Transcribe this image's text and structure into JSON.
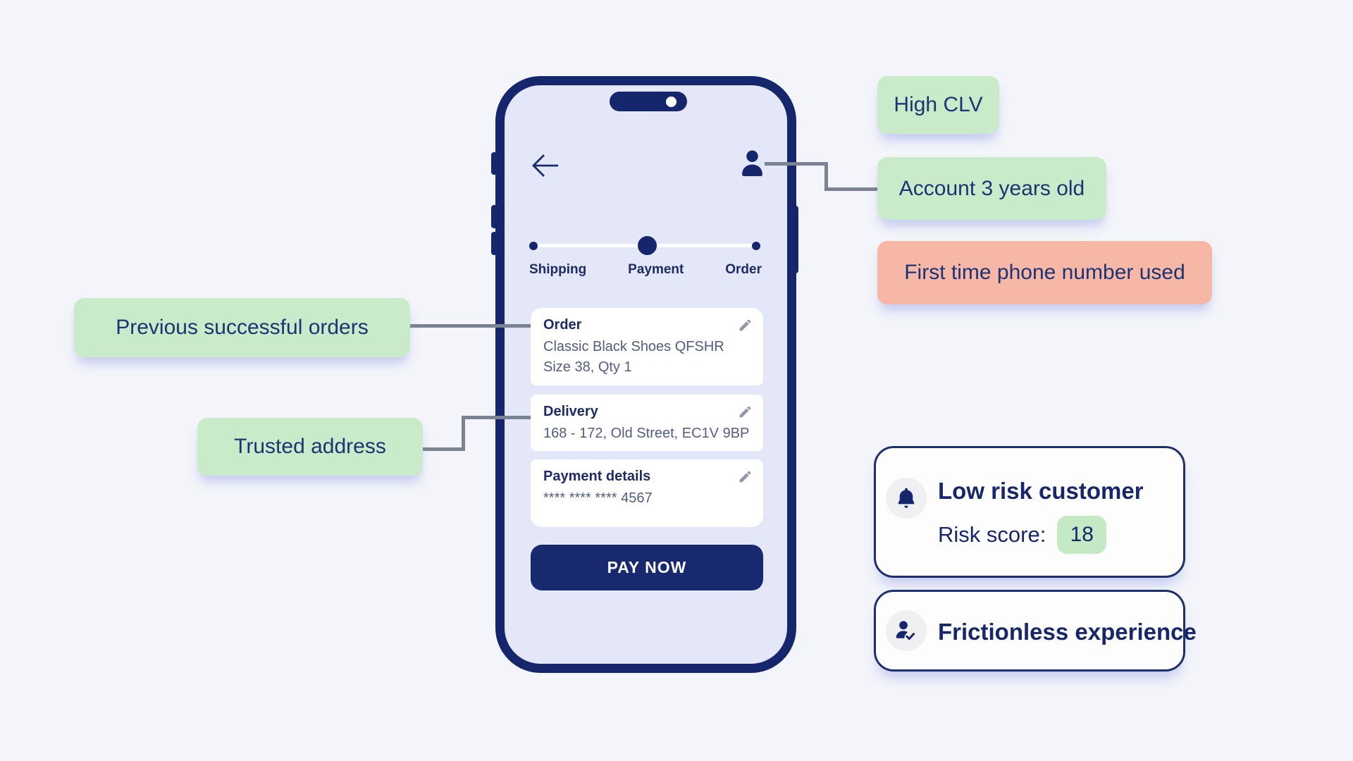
{
  "colors": {
    "navy": "#16266c",
    "screen_bg": "#e4e7f7",
    "page_bg": "#f4f5fa",
    "positive_green": "#c9ebca",
    "negative_salmon": "#f6b7a6",
    "connector_gray": "#7b8291"
  },
  "phone": {
    "back_icon": "back-arrow-icon",
    "profile_icon": "user-icon",
    "stepper": {
      "steps": [
        {
          "label": "Shipping",
          "state": "inactive"
        },
        {
          "label": "Payment",
          "state": "active"
        },
        {
          "label": "Order",
          "state": "inactive"
        }
      ]
    },
    "cards": [
      {
        "title": "Order",
        "edit_icon": "edit-pencil-icon",
        "lines": [
          "Classic Black Shoes QFSHR",
          "Size 38, Qty 1"
        ]
      },
      {
        "title": "Delivery",
        "edit_icon": "edit-pencil-icon",
        "lines": [
          "168 - 172, Old Street, EC1V 9BP"
        ]
      },
      {
        "title": "Payment details",
        "edit_icon": "edit-pencil-icon",
        "lines": [
          "**** **** **** 4567"
        ]
      }
    ],
    "pay_button_label": "PAY NOW"
  },
  "annotations": {
    "left": [
      {
        "text": "Previous successful orders",
        "sentiment": "positive"
      },
      {
        "text": "Trusted address",
        "sentiment": "positive"
      }
    ],
    "right": [
      {
        "text": "High CLV",
        "sentiment": "positive"
      },
      {
        "text": "Account 3 years old",
        "sentiment": "positive"
      },
      {
        "text": "First time phone number used",
        "sentiment": "negative"
      }
    ]
  },
  "summary_cards": [
    {
      "icon": "bell-icon",
      "title": "Low risk customer",
      "risk_label": "Risk score:",
      "risk_value": "18"
    },
    {
      "icon": "user-check-icon",
      "title": "Frictionless experience"
    }
  ]
}
